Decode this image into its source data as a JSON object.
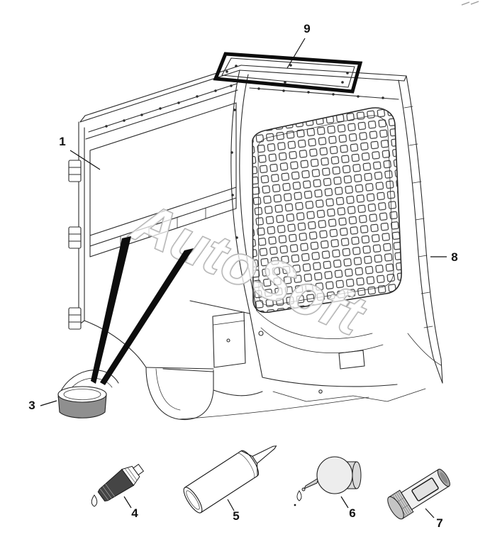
{
  "diagram": {
    "watermark": "AutoSoft",
    "callouts": {
      "c1": "1",
      "c3": "3",
      "c4": "4",
      "c5": "5",
      "c6": "6",
      "c7": "7",
      "c8": "8",
      "c9": "9"
    }
  },
  "colors": {
    "line": "#2b2b2b",
    "label": "#111111",
    "watermark_stroke": "#a9a9a9",
    "background": "#ffffff"
  }
}
